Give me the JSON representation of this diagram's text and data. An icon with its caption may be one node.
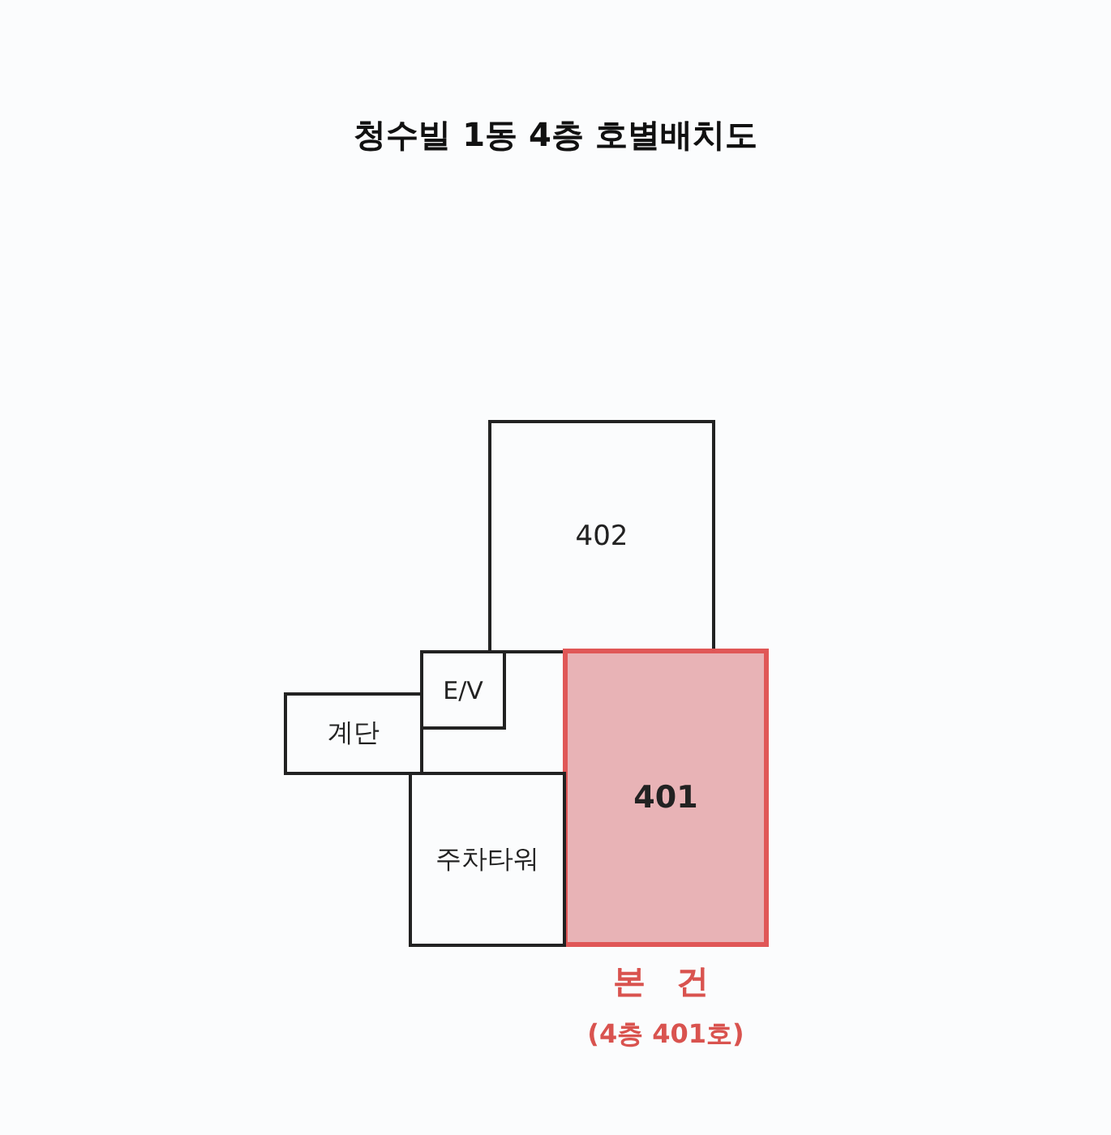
{
  "diagram": {
    "title": "청수빌 1동 4층 호별배치도",
    "nodes": [
      {
        "text": [
          "402"
        ]
      },
      {
        "text": [],
        "shape": "box"
      },
      {
        "text": [
          "E/V"
        ],
        "in": 1
      },
      {
        "text": [
          "계단"
        ]
      },
      {
        "text": [
          "401"
        ],
        "beside": [
          "본 건",
          "(4층 401호)"
        ]
      },
      {
        "text": [
          "주차타워"
        ]
      }
    ]
  }
}
